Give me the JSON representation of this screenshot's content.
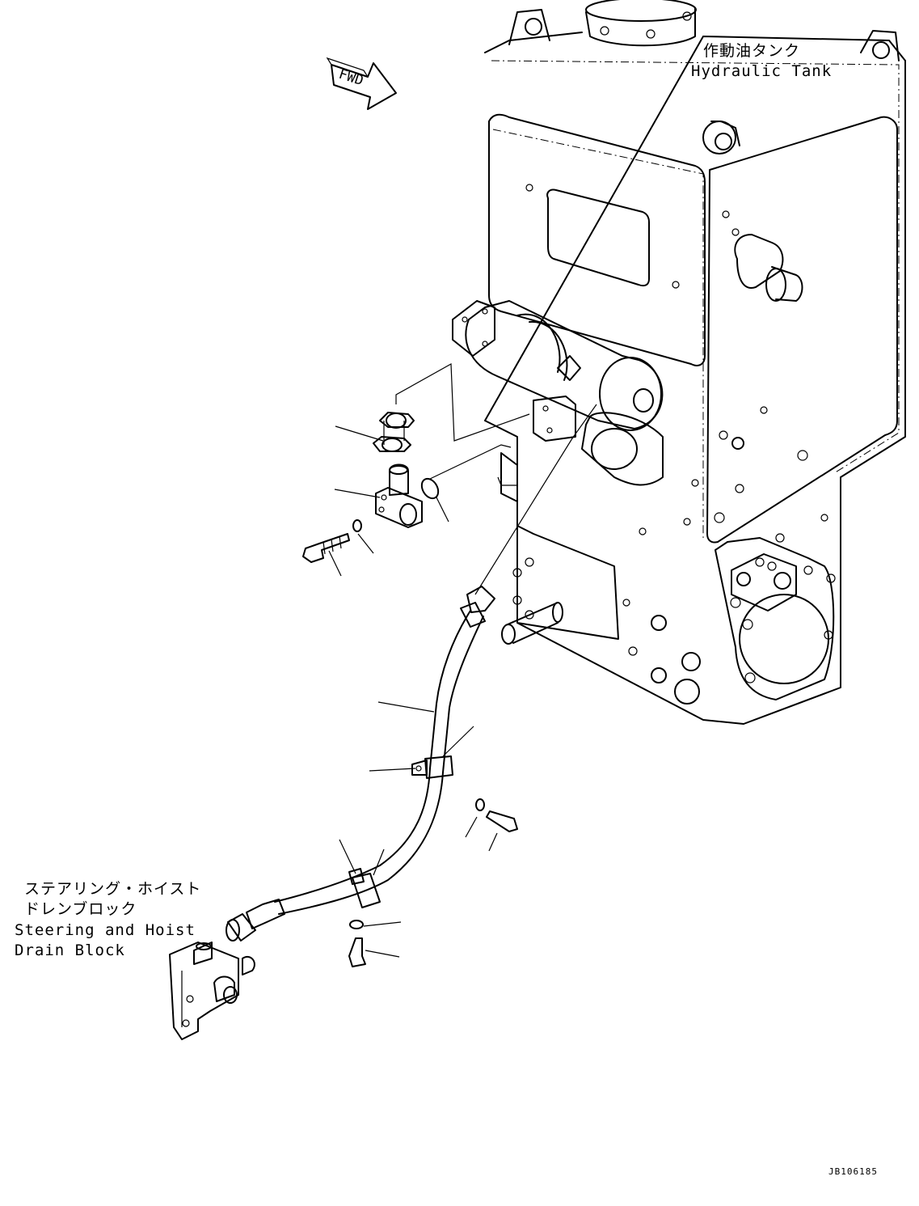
{
  "diagram": {
    "fwd_label": "FWD",
    "hydraulic_tank": {
      "jp": "作動油タンク",
      "en": "Hydraulic Tank"
    },
    "drain_block": {
      "jp_line1": "ステアリング・ホイスト",
      "jp_line2": "ドレンブロック",
      "en_line1": "Steering and Hoist",
      "en_line2": "Drain Block"
    },
    "doc_id": "JB106185"
  }
}
